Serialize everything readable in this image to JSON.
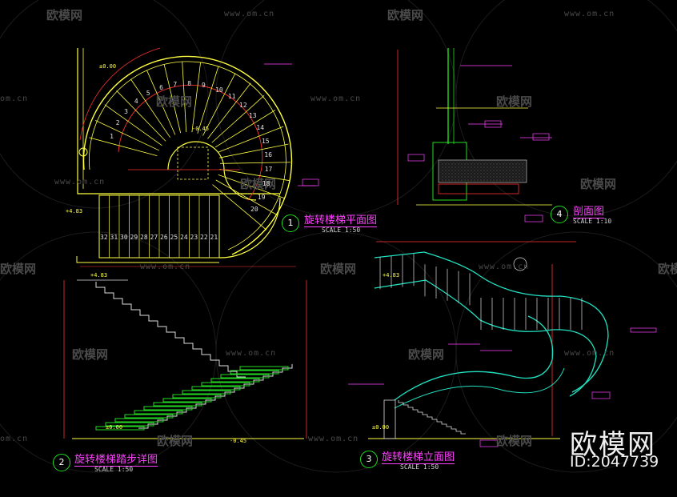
{
  "watermark": {
    "brand": "欧模网",
    "url": "www.om.cn",
    "url_short": "om.cn"
  },
  "brand_logo": {
    "name": "欧模网",
    "id": "ID:2047739"
  },
  "drawings": [
    {
      "number": "1",
      "title": "旋转楼梯平面图",
      "scale": "SCALE 1:50"
    },
    {
      "number": "2",
      "title": "旋转楼梯踏步详图",
      "scale": "SCALE 1:50"
    },
    {
      "number": "3",
      "title": "旋转楼梯立面图",
      "scale": "SCALE 1:50"
    },
    {
      "number": "4",
      "title": "剖面图",
      "scale": "SCALE 1:10"
    }
  ],
  "levels": {
    "plan_top": "±0.00",
    "plan_mid": "-0.45",
    "plan_left": "+4.83",
    "detail_top": "+4.83",
    "detail_bottom": "±0.00",
    "detail_low": "-0.45",
    "elev_top": "+4.83",
    "elev_bottom": "±0.00"
  },
  "step_numbers": {
    "arc": [
      "1",
      "2",
      "3",
      "4",
      "5",
      "6",
      "7",
      "8",
      "9",
      "10",
      "11",
      "12",
      "13",
      "14",
      "15",
      "16",
      "17",
      "18",
      "19",
      "20"
    ],
    "straight": [
      "21",
      "22",
      "23",
      "24",
      "25",
      "26",
      "27",
      "28",
      "29",
      "30",
      "31",
      "32"
    ]
  },
  "colors": {
    "background": "#000000",
    "stair_line": "#ffff40",
    "dimension": "#ff3030",
    "annotation": "#ff40ff",
    "section": "#22dd22",
    "elevation": "#20e0c0",
    "watermark": "#4a4a4a"
  }
}
